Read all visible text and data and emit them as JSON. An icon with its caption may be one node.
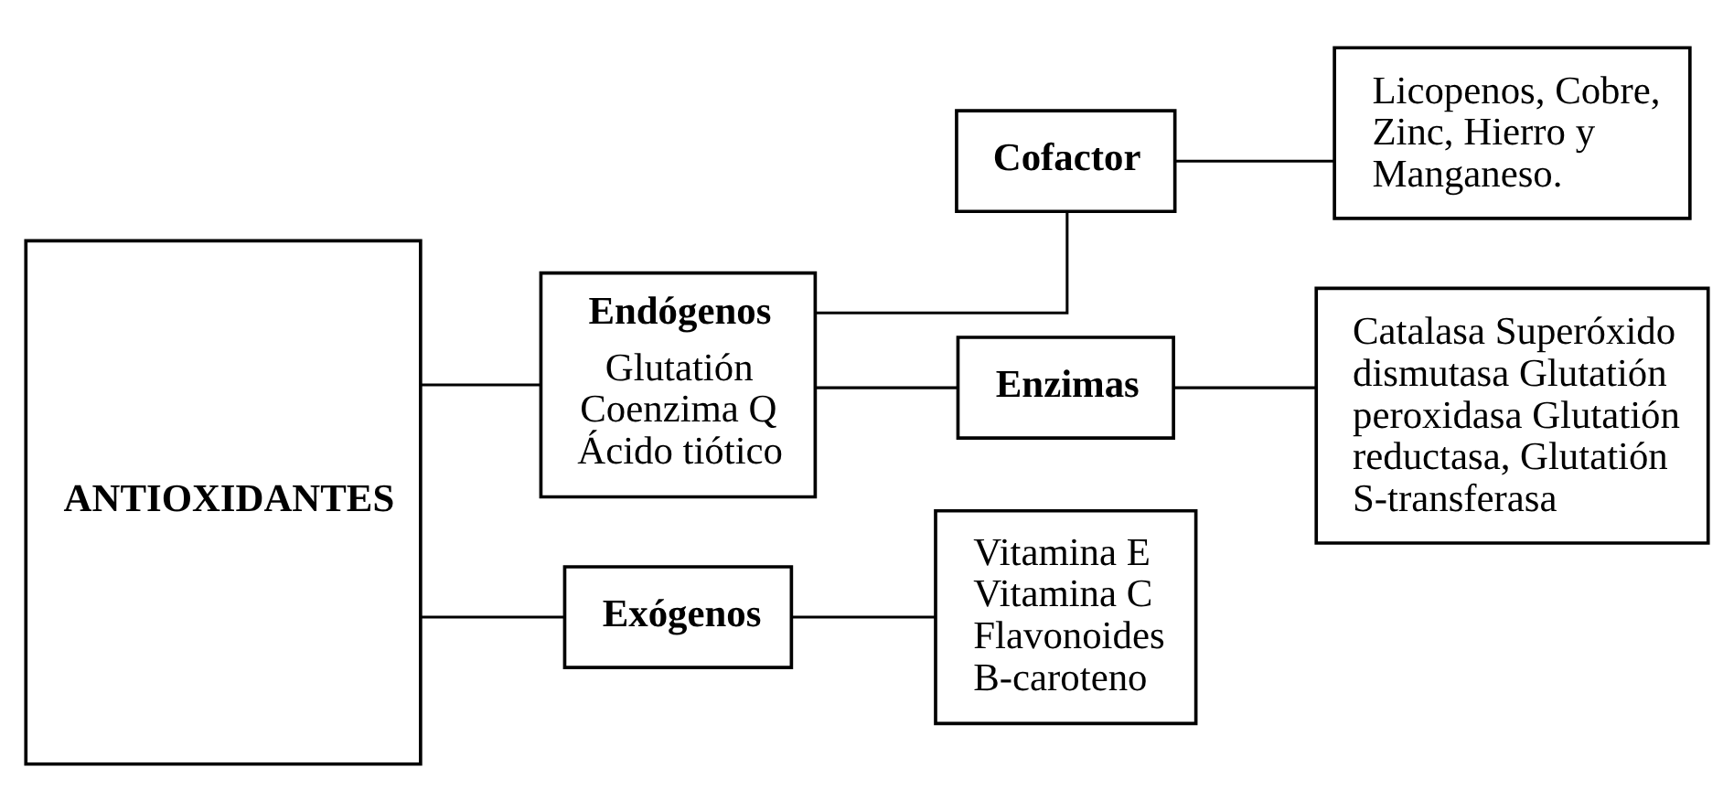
{
  "diagram": {
    "nodes": [
      {
        "text": [
          "ANTIOXIDANTES"
        ]
      },
      {
        "text": [
          "Endógenos",
          "Glutatión Coenzima Q Ácido tiótico"
        ]
      },
      {
        "text": [
          "Exógenos"
        ]
      },
      {
        "text": [
          "Cofactor"
        ]
      },
      {
        "text": [
          "Enzimas"
        ]
      },
      {
        "text": [
          "Licopenos, Cobre, Zinc, Hierro y Manganeso."
        ]
      },
      {
        "text": [
          "Catalasa Superóxido dismutasa Glutatión peroxidasa Glutatión reductasa, Glutatión S-transferasa"
        ]
      },
      {
        "text": [
          "Vitamina E Vitamina C Flavonoides B-caroteno"
        ]
      }
    ],
    "edges": [
      {
        "from": 0,
        "to": 1,
        "arrow": "none"
      },
      {
        "from": 0,
        "to": 2,
        "arrow": "none"
      },
      {
        "from": 1,
        "to": 3,
        "arrow": "none"
      },
      {
        "from": 1,
        "to": 4,
        "arrow": "none"
      },
      {
        "from": 3,
        "to": 5,
        "arrow": "none"
      },
      {
        "from": 4,
        "to": 6,
        "arrow": "none"
      },
      {
        "from": 2,
        "to": 7,
        "arrow": "none"
      }
    ]
  }
}
